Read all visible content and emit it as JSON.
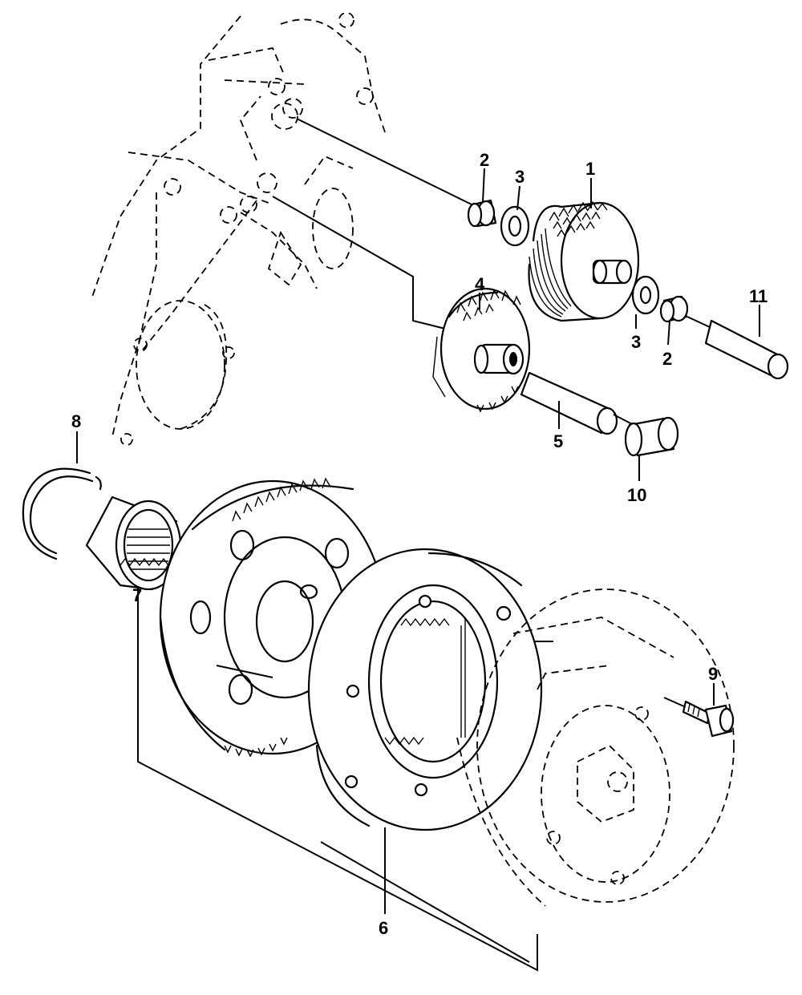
{
  "labels": {
    "l1": "1",
    "l2a": "2",
    "l2b": "2",
    "l3a": "3",
    "l3b": "3",
    "l4": "4",
    "l5": "5",
    "l6": "6",
    "l7": "7",
    "l8": "8",
    "l9": "9",
    "l10": "10",
    "l11": "11"
  }
}
